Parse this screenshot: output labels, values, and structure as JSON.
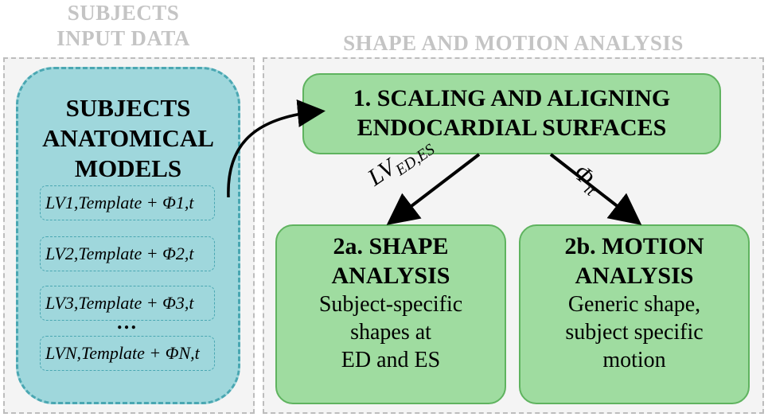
{
  "left_section_title": [
    "SUBJECTS",
    "INPUT DATA"
  ],
  "right_section_title": "SHAPE AND MOTION ANALYSIS",
  "subjects_box": {
    "title_lines": [
      "SUBJECTS",
      "ANATOMICAL",
      "MODELS"
    ],
    "formulas": [
      {
        "lv": "LV",
        "lv_sub": "1,Template",
        "op": " + ",
        "phi": "Φ",
        "phi_sub": "1,t"
      },
      {
        "lv": "LV",
        "lv_sub": "2,Template",
        "op": " + ",
        "phi": "Φ",
        "phi_sub": "2,t"
      },
      {
        "lv": "LV",
        "lv_sub": "3,Template",
        "op": " + ",
        "phi": "Φ",
        "phi_sub": "3,t"
      },
      {
        "lv": "LV",
        "lv_sub": "N,Template",
        "op": " + ",
        "phi": "Φ",
        "phi_sub": "N,t"
      }
    ],
    "ellipsis": "…"
  },
  "step1": {
    "lines": [
      "1. SCALING AND ALIGNING",
      "ENDOCARDIAL SURFACES"
    ]
  },
  "step2a": {
    "title": [
      "2a. SHAPE",
      "ANALYSIS"
    ],
    "desc": [
      "Subject-specific",
      "shapes at",
      "ED and ES"
    ]
  },
  "step2b": {
    "title": [
      "2b. MOTION",
      "ANALYSIS"
    ],
    "desc": [
      "Generic shape,",
      "subject specific",
      "motion"
    ]
  },
  "arrow_labels": {
    "left": {
      "main": "LV",
      "sub": "ED,ES"
    },
    "right": {
      "main": "Φ",
      "sub": "it"
    }
  }
}
